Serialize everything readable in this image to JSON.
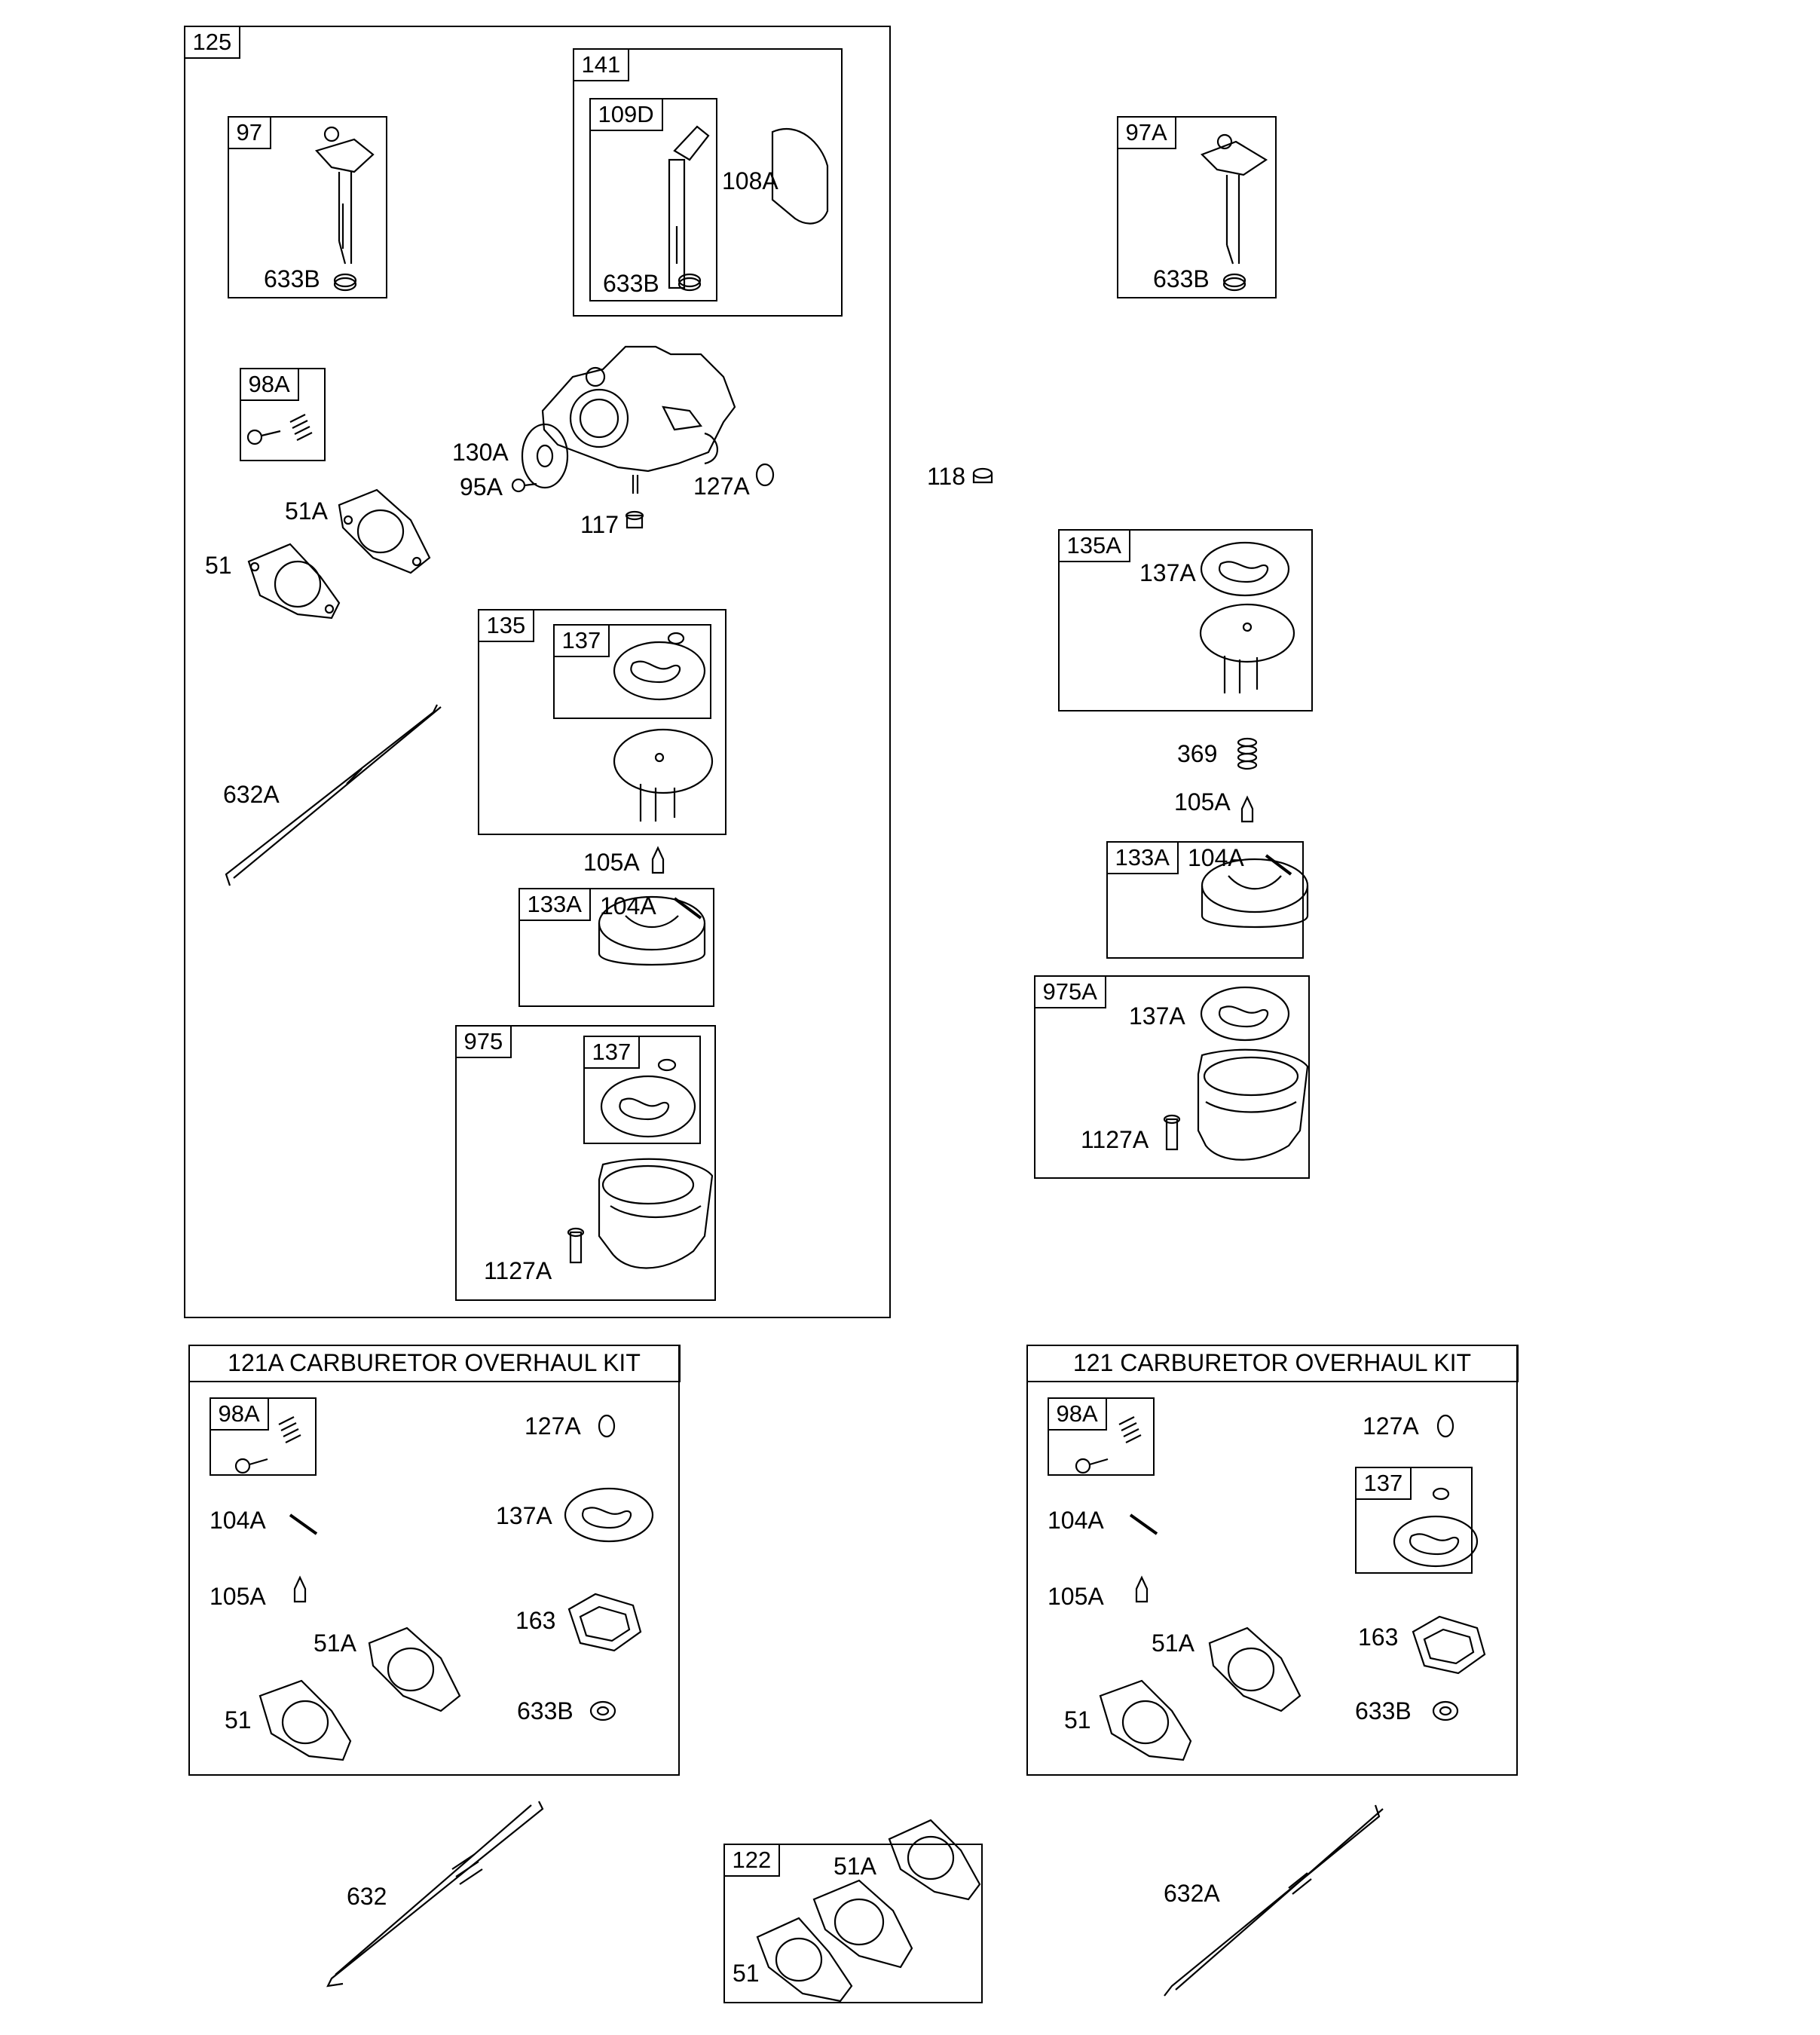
{
  "boxes": {
    "b125": "125",
    "b141": "141",
    "b109d": "109D",
    "b97": "97",
    "b97a": "97A",
    "b98a": "98A",
    "b135": "135",
    "b137a": "137",
    "b133a": "133A",
    "b975": "975",
    "b137b": "137",
    "b135a": "135A",
    "b133a2": "133A",
    "b975a": "975A",
    "k1_98a": "98A",
    "k2_98a": "98A",
    "k2_137": "137",
    "b122": "122"
  },
  "kits": {
    "kit_121a": "121A CARBURETOR OVERHAUL KIT",
    "kit_121": "121 CARBURETOR OVERHAUL KIT"
  },
  "callouts": {
    "l108a": "108A",
    "l633b_97": "633B",
    "l633b_109d": "633B",
    "l633b_97a": "633B",
    "l130a": "130A",
    "l95a": "95A",
    "l127a": "127A",
    "l117": "117",
    "l118": "118",
    "l51a_main": "51A",
    "l51_main": "51",
    "l632a_main": "632A",
    "l105a_main": "105A",
    "l104a_main": "104A",
    "l1127a_main": "1127A",
    "l137a_r": "137A",
    "l369": "369",
    "l105a_r": "105A",
    "l104a_r": "104A",
    "l137a_975a": "137A",
    "l1127a_r": "1127A",
    "k1_127a": "127A",
    "k1_104a": "104A",
    "k1_137a": "137A",
    "k1_105a": "105A",
    "k1_163": "163",
    "k1_51a": "51A",
    "k1_51": "51",
    "k1_633b": "633B",
    "k2_127a": "127A",
    "k2_104a": "104A",
    "k2_105a": "105A",
    "k2_163": "163",
    "k2_51a": "51A",
    "k2_51": "51",
    "k2_633b": "633B",
    "l632": "632",
    "l51a_122": "51A",
    "l51_122": "51",
    "l632a_bot": "632A"
  }
}
